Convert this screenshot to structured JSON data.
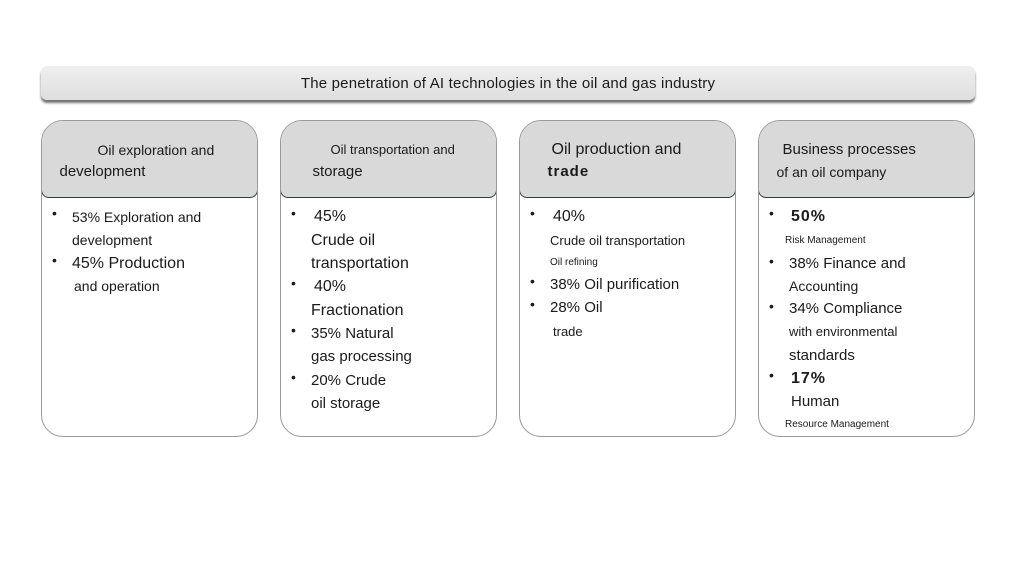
{
  "title": "The penetration of AI technologies in the oil and gas industry",
  "columns": [
    {
      "header": [
        "Oil exploration and",
        "development"
      ],
      "items": [
        [
          "53% Exploration and",
          "development"
        ],
        [
          "45% Production",
          "and operation"
        ]
      ]
    },
    {
      "header": [
        "Oil transportation and",
        "storage"
      ],
      "items": [
        [
          "45%",
          "Crude oil",
          "transportation"
        ],
        [
          "40%",
          "Fractionation"
        ],
        [
          "35% Natural",
          "gas processing"
        ],
        [
          "20% Crude",
          "oil storage"
        ]
      ]
    },
    {
      "header": [
        "Oil production and",
        "trade"
      ],
      "items": [
        [
          "40%",
          "Crude oil transportation",
          "Oil refining"
        ],
        [
          "38% Oil purification"
        ],
        [
          "28% Oil",
          "trade"
        ]
      ]
    },
    {
      "header": [
        "Business processes",
        "of an oil company"
      ],
      "items": [
        [
          "50%",
          "Risk Management"
        ],
        [
          "38% Finance and",
          "Accounting"
        ],
        [
          "34% Compliance",
          "with environmental",
          "standards"
        ],
        [
          "17%",
          "Human",
          "Resource Management"
        ]
      ]
    }
  ]
}
